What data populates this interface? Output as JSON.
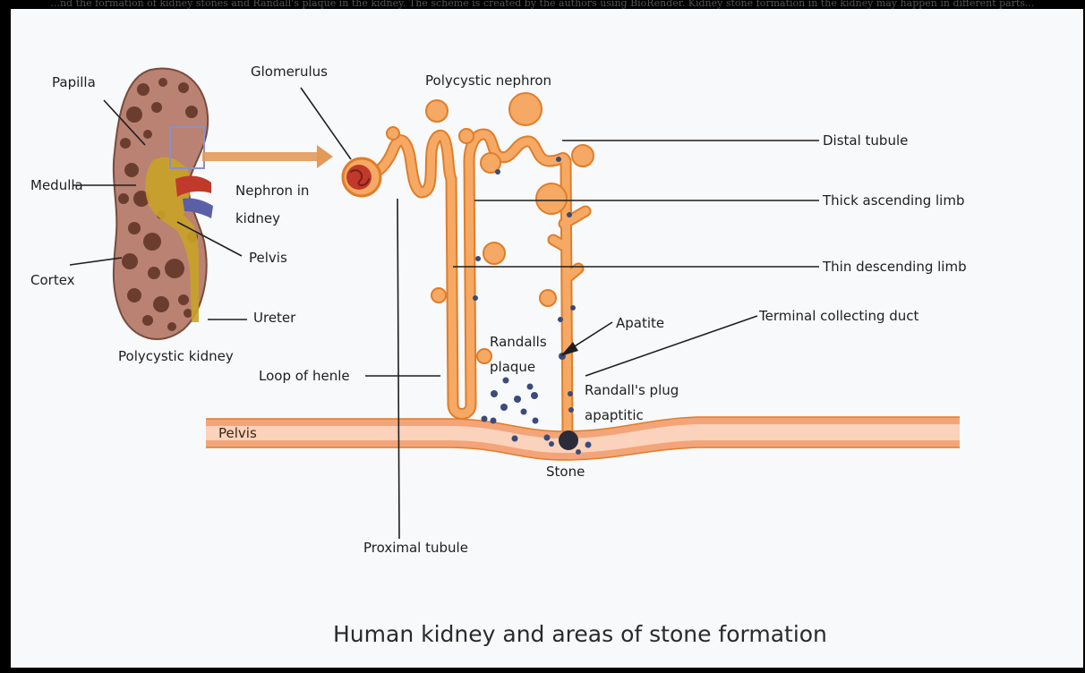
{
  "caption": "...nd the formation of kidney stones and Randall's plaque in the kidney. The scheme is created by the authors using BioRender. Kidney stone formation in the kidney may happen in different parts...",
  "title": "Human kidney and areas of stone formation",
  "labels": {
    "papilla": "Papilla",
    "medulla": "Medulla",
    "cortex": "Cortex",
    "polycystic_kidney": "Polycystic kidney",
    "glomerulus": "Glomerulus",
    "nephron_line1": "Nephron in",
    "nephron_line2": "kidney",
    "pelvis_kidney": "Pelvis",
    "ureter": "Ureter",
    "polycystic_nephron": "Polycystic nephron",
    "distal_tubule": "Distal tubule",
    "thick_ascending_limb": "Thick ascending limb",
    "thin_descending_limb": "Thin descending limb",
    "terminal_collecting_duct": "Terminal collecting duct",
    "apatite": "Apatite",
    "randalls_line1": "Randalls",
    "randalls_line2": "plaque",
    "loop_of_henle": "Loop of henle",
    "plug_line1": "Randall's plug",
    "plug_line2": "apaptitic",
    "pelvis_band": "Pelvis",
    "stone": "Stone",
    "proximal_tubule": "Proximal tubule"
  },
  "colors": {
    "background": "#f7f9fb",
    "kidney": "#b98272",
    "cyst": "#6b3d2f",
    "nephron": "#f5a964",
    "nephron_outline": "#e07d28",
    "glomerulus": "#c0392b",
    "pelvis_band": "#f3a579",
    "pelvis_band_light": "#fbd2bc",
    "arrow": "#e29a5b",
    "urine": "#c9a227",
    "stone": "#2b2b3a",
    "crystal": "#3b4a7a"
  }
}
